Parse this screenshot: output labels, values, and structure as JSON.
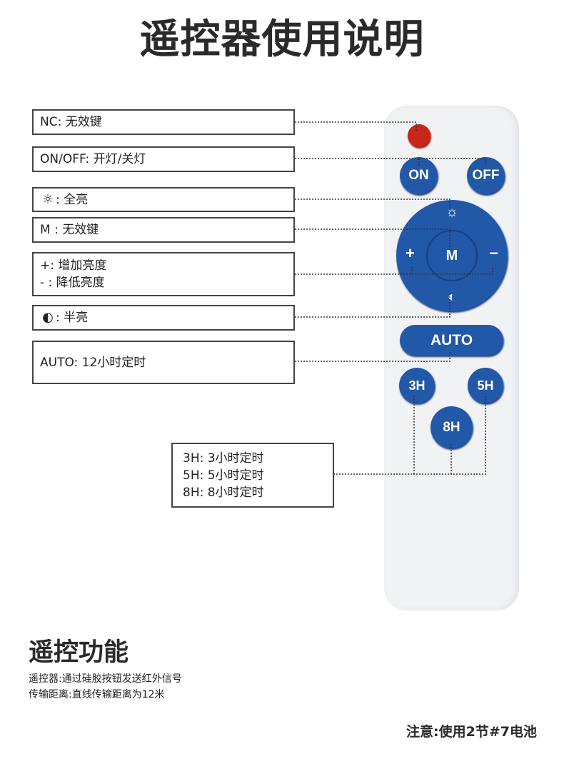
{
  "title": "遥控器使用说明",
  "labels": {
    "nc": "NC: 无效键",
    "onoff": "ON/OFF: 开灯/关灯",
    "full_sep": ":  全亮",
    "m": "M :  无效键",
    "plus": "+:  增加亮度",
    "minus": "- :  降低亮度",
    "half_sep": ": 半亮",
    "auto": "AUTO: 12小时定时",
    "h3": "3H: 3小时定时",
    "h5": "5H: 5小时定时",
    "h8": "8H: 8小时定时"
  },
  "remote": {
    "on": "ON",
    "off": "OFF",
    "m": "M",
    "plus": "+",
    "minus": "−",
    "auto": "AUTO",
    "b3": "3H",
    "b5": "5H",
    "b8": "8H",
    "button_color": "#2258a8",
    "nc_color": "#c8251b"
  },
  "features": {
    "heading": "遥控功能",
    "line1": "遥控器:通过硅胶按钮发送红外信号",
    "line2": "传输距离:直线传输距离为12米"
  },
  "note": "注意:使用2节#7电池"
}
